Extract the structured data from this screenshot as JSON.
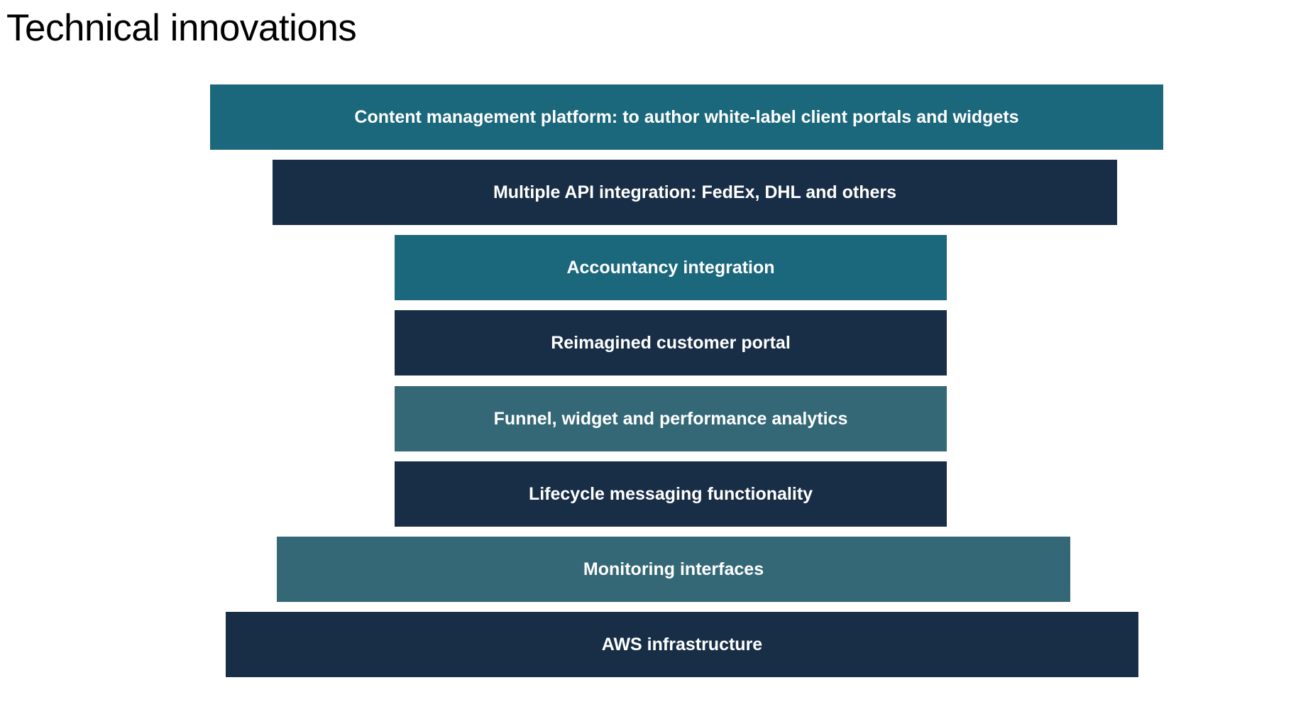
{
  "title": "Technical innovations",
  "colors": {
    "teal": "#1b687c",
    "navy": "#182e46",
    "slate": "#346877"
  },
  "layers": [
    {
      "label": "Content management platform: to author white-label client portals and widgets",
      "color": "#1b687c"
    },
    {
      "label": "Multiple API integration: FedEx, DHL and others",
      "color": "#182e46"
    },
    {
      "label": "Accountancy integration",
      "color": "#1b687c"
    },
    {
      "label": "Reimagined customer portal",
      "color": "#182e46"
    },
    {
      "label": "Funnel, widget and performance analytics",
      "color": "#346877"
    },
    {
      "label": "Lifecycle messaging functionality",
      "color": "#182e46"
    },
    {
      "label": "Monitoring interfaces",
      "color": "#346877"
    },
    {
      "label": "AWS infrastructure",
      "color": "#182e46"
    }
  ]
}
